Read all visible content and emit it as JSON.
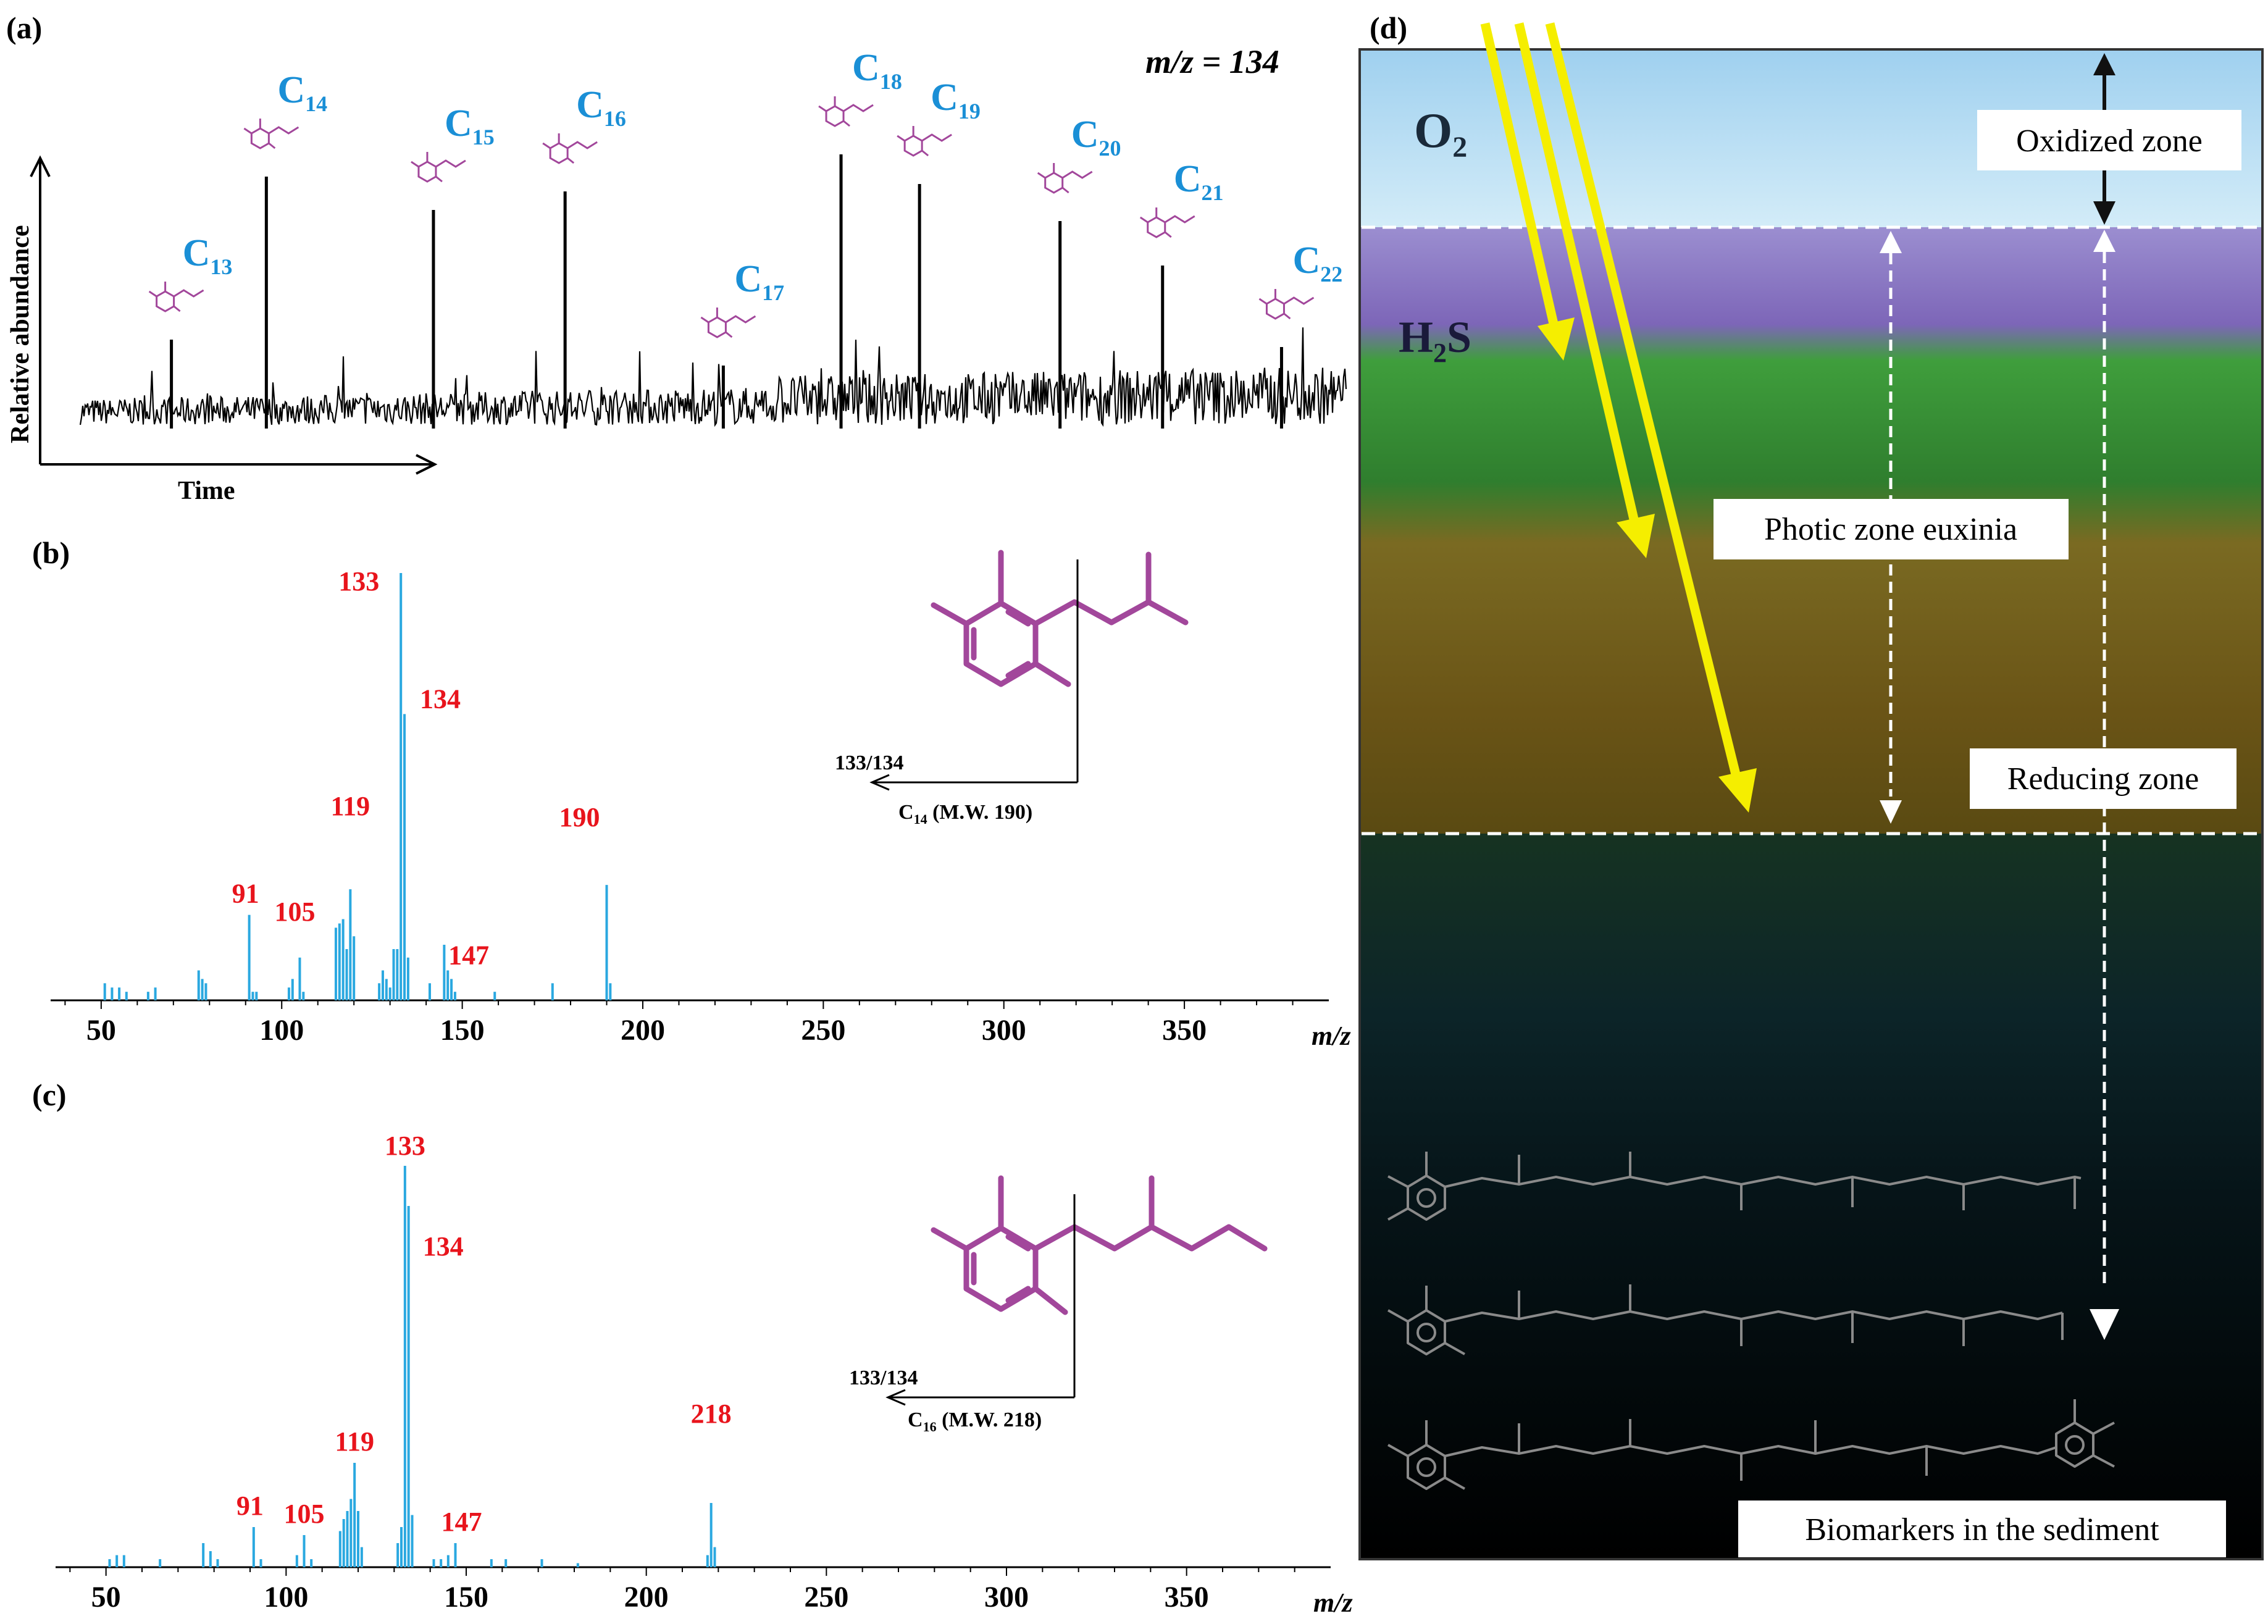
{
  "colors": {
    "peak_label": "#e8141c",
    "homolog_label": "#1a8fd6",
    "structure": "#a2479b",
    "spectrum_bar": "#2aa8e0",
    "sunlight": "#f5ee00"
  },
  "chart_data": [
    {
      "type": "line",
      "panel_label": "(a)",
      "annotation": "m/z = 134",
      "xlabel": "Time",
      "ylabel": "Relative abundance",
      "ylim": [
        0,
        1
      ],
      "peaks": [
        {
          "label": "C13",
          "base": "C",
          "sub": "13",
          "x": 0.072,
          "y": 0.3
        },
        {
          "label": "C14",
          "base": "C",
          "sub": "14",
          "x": 0.147,
          "y": 0.74
        },
        {
          "label": "C15",
          "base": "C",
          "sub": "15",
          "x": 0.279,
          "y": 0.65
        },
        {
          "label": "C16",
          "base": "C",
          "sub": "16",
          "x": 0.383,
          "y": 0.7
        },
        {
          "label": "C17",
          "base": "C",
          "sub": "17",
          "x": 0.508,
          "y": 0.23
        },
        {
          "label": "C18",
          "base": "C",
          "sub": "18",
          "x": 0.601,
          "y": 0.8
        },
        {
          "label": "C19",
          "base": "C",
          "sub": "19",
          "x": 0.663,
          "y": 0.72
        },
        {
          "label": "C20",
          "base": "C",
          "sub": "20",
          "x": 0.774,
          "y": 0.62
        },
        {
          "label": "C21",
          "base": "C",
          "sub": "21",
          "x": 0.855,
          "y": 0.5
        },
        {
          "label": "C22",
          "base": "C",
          "sub": "22",
          "x": 0.949,
          "y": 0.28
        }
      ]
    },
    {
      "type": "bar",
      "panel_label": "(b)",
      "xlabel": "m/z",
      "xlim": [
        36,
        390
      ],
      "ylim": [
        0,
        100
      ],
      "xticks": [
        50,
        100,
        150,
        200,
        250,
        300,
        350
      ],
      "fragment_note": "133/134",
      "compound": "C14 (M.W. 190)",
      "compound_base": "C",
      "compound_sub": "14",
      "compound_rest": " (M.W. 190)",
      "peaks": [
        [
          51,
          4
        ],
        [
          53,
          3
        ],
        [
          55,
          3
        ],
        [
          57,
          2
        ],
        [
          63,
          2
        ],
        [
          65,
          3
        ],
        [
          77,
          7
        ],
        [
          78,
          5
        ],
        [
          79,
          4
        ],
        [
          91,
          20
        ],
        [
          92,
          2
        ],
        [
          93,
          2
        ],
        [
          102,
          3
        ],
        [
          103,
          5
        ],
        [
          105,
          10
        ],
        [
          106,
          2
        ],
        [
          115,
          17
        ],
        [
          116,
          18
        ],
        [
          117,
          19
        ],
        [
          118,
          12
        ],
        [
          119,
          26
        ],
        [
          120,
          15
        ],
        [
          127,
          4
        ],
        [
          128,
          7
        ],
        [
          129,
          5
        ],
        [
          130,
          3
        ],
        [
          131,
          12
        ],
        [
          132,
          12
        ],
        [
          133,
          100
        ],
        [
          134,
          67
        ],
        [
          135,
          10
        ],
        [
          141,
          4
        ],
        [
          145,
          13
        ],
        [
          146,
          7
        ],
        [
          147,
          5
        ],
        [
          148,
          2
        ],
        [
          159,
          2
        ],
        [
          175,
          4
        ],
        [
          190,
          27
        ],
        [
          191,
          4
        ]
      ],
      "labels": [
        {
          "text": "133",
          "x": 133,
          "y": 100
        },
        {
          "text": "134",
          "x": 134,
          "y": 67
        },
        {
          "text": "119",
          "x": 119,
          "y": 26
        },
        {
          "text": "91",
          "x": 91,
          "y": 20
        },
        {
          "text": "105",
          "x": 105,
          "y": 10
        },
        {
          "text": "147",
          "x": 147,
          "y": 5
        },
        {
          "text": "190",
          "x": 190,
          "y": 27
        }
      ]
    },
    {
      "type": "bar",
      "panel_label": "(c)",
      "xlabel": "m/z",
      "xlim": [
        36,
        390
      ],
      "ylim": [
        0,
        100
      ],
      "xticks": [
        50,
        100,
        150,
        200,
        250,
        300,
        350
      ],
      "fragment_note": "133/134",
      "compound": "C16 (M.W. 218)",
      "compound_base": "C",
      "compound_sub": "16",
      "compound_rest": " (M.W. 218)",
      "peaks": [
        [
          51,
          2
        ],
        [
          53,
          3
        ],
        [
          55,
          3
        ],
        [
          65,
          2
        ],
        [
          77,
          6
        ],
        [
          79,
          4
        ],
        [
          81,
          2
        ],
        [
          91,
          10
        ],
        [
          93,
          2
        ],
        [
          103,
          3
        ],
        [
          105,
          8
        ],
        [
          107,
          2
        ],
        [
          115,
          9
        ],
        [
          116,
          12
        ],
        [
          117,
          14
        ],
        [
          118,
          17
        ],
        [
          119,
          26
        ],
        [
          120,
          14
        ],
        [
          121,
          5
        ],
        [
          131,
          6
        ],
        [
          132,
          10
        ],
        [
          133,
          100
        ],
        [
          134,
          90
        ],
        [
          135,
          13
        ],
        [
          141,
          2
        ],
        [
          143,
          2
        ],
        [
          145,
          3
        ],
        [
          147,
          6
        ],
        [
          157,
          2
        ],
        [
          161,
          2
        ],
        [
          171,
          2
        ],
        [
          181,
          1
        ],
        [
          217,
          3
        ],
        [
          218,
          16
        ],
        [
          219,
          5
        ]
      ],
      "labels": [
        {
          "text": "133",
          "x": 133,
          "y": 100
        },
        {
          "text": "134",
          "x": 134,
          "y": 90
        },
        {
          "text": "119",
          "x": 119,
          "y": 26
        },
        {
          "text": "91",
          "x": 91,
          "y": 10
        },
        {
          "text": "105",
          "x": 105,
          "y": 8
        },
        {
          "text": "147",
          "x": 147,
          "y": 6
        },
        {
          "text": "218",
          "x": 218,
          "y": 16
        }
      ]
    }
  ],
  "diagram": {
    "panel_label": "(d)",
    "o2": {
      "base": "O",
      "sub": "2"
    },
    "h2s": {
      "base": "H",
      "sub": "2",
      "rest": "S"
    },
    "labels": {
      "oxidized": "Oxidized zone",
      "photic": "Photic zone euxinia",
      "reducing": "Reducing zone",
      "biomarkers": "Biomarkers in the sediment"
    }
  }
}
